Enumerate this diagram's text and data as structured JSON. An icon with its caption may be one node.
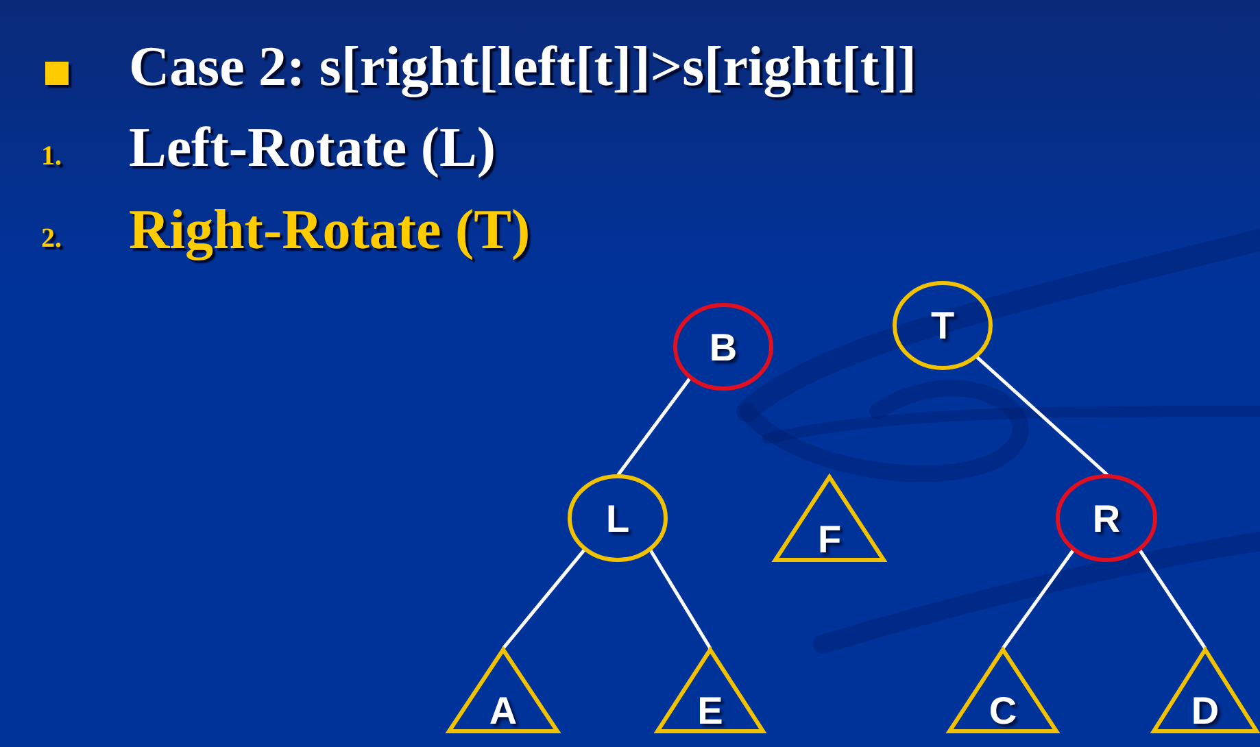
{
  "diagram": {
    "nodes": [
      {
        "text": [
          "B"
        ]
      },
      {
        "text": [
          "T"
        ]
      },
      {
        "text": [
          "L"
        ]
      },
      {
        "text": [
          "F"
        ]
      },
      {
        "text": [
          "R"
        ]
      },
      {
        "text": [
          "A"
        ]
      },
      {
        "text": [
          "E"
        ]
      },
      {
        "text": [
          "C"
        ]
      },
      {
        "text": [
          "D"
        ]
      }
    ],
    "edges": [
      {
        "from": 0,
        "to": 2,
        "arrow": "none"
      },
      {
        "from": 1,
        "to": 4,
        "arrow": "none"
      },
      {
        "from": 2,
        "to": 5,
        "arrow": "none"
      },
      {
        "from": 2,
        "to": 6,
        "arrow": "none"
      },
      {
        "from": 4,
        "to": 7,
        "arrow": "none"
      },
      {
        "from": 4,
        "to": 8,
        "arrow": "none"
      }
    ],
    "labels": [
      "Case 2: s[right[left[t]]>s[right[t]]",
      "1.",
      "Left-Rotate (L)",
      "2.",
      "Right-Rotate (T)"
    ]
  }
}
